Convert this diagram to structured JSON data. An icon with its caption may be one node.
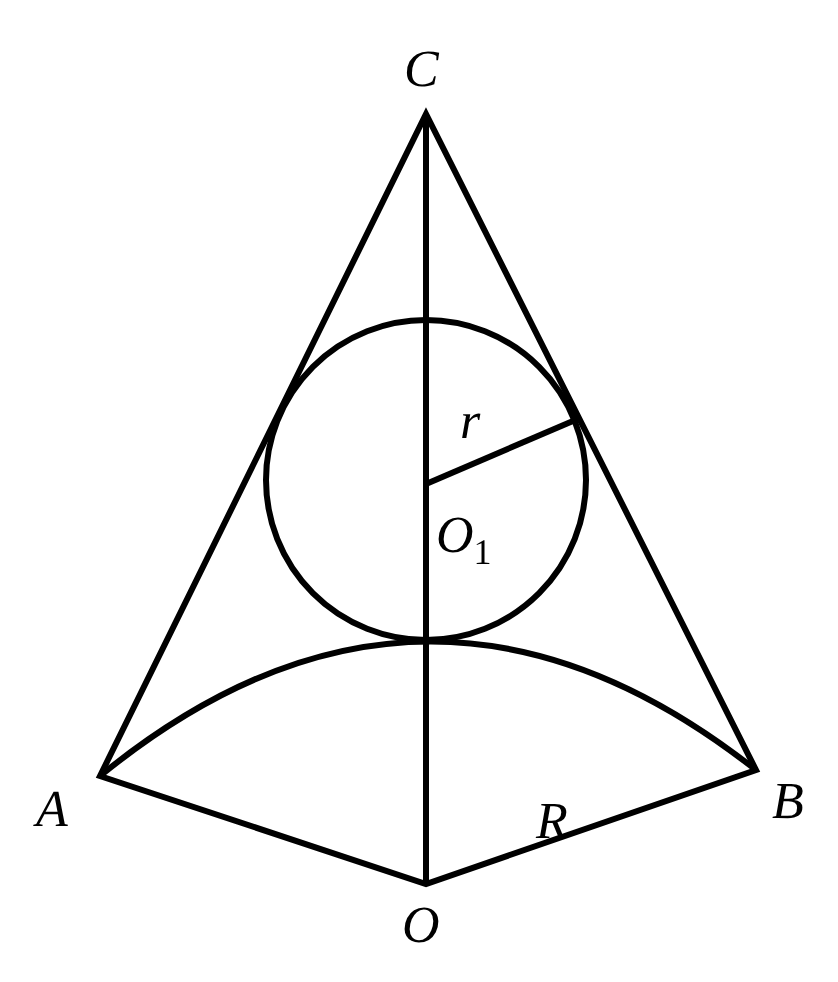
{
  "diagram": {
    "labels": [
      "C",
      "r",
      "O$_{1}$",
      "A",
      "R",
      "B",
      "O"
    ]
  }
}
